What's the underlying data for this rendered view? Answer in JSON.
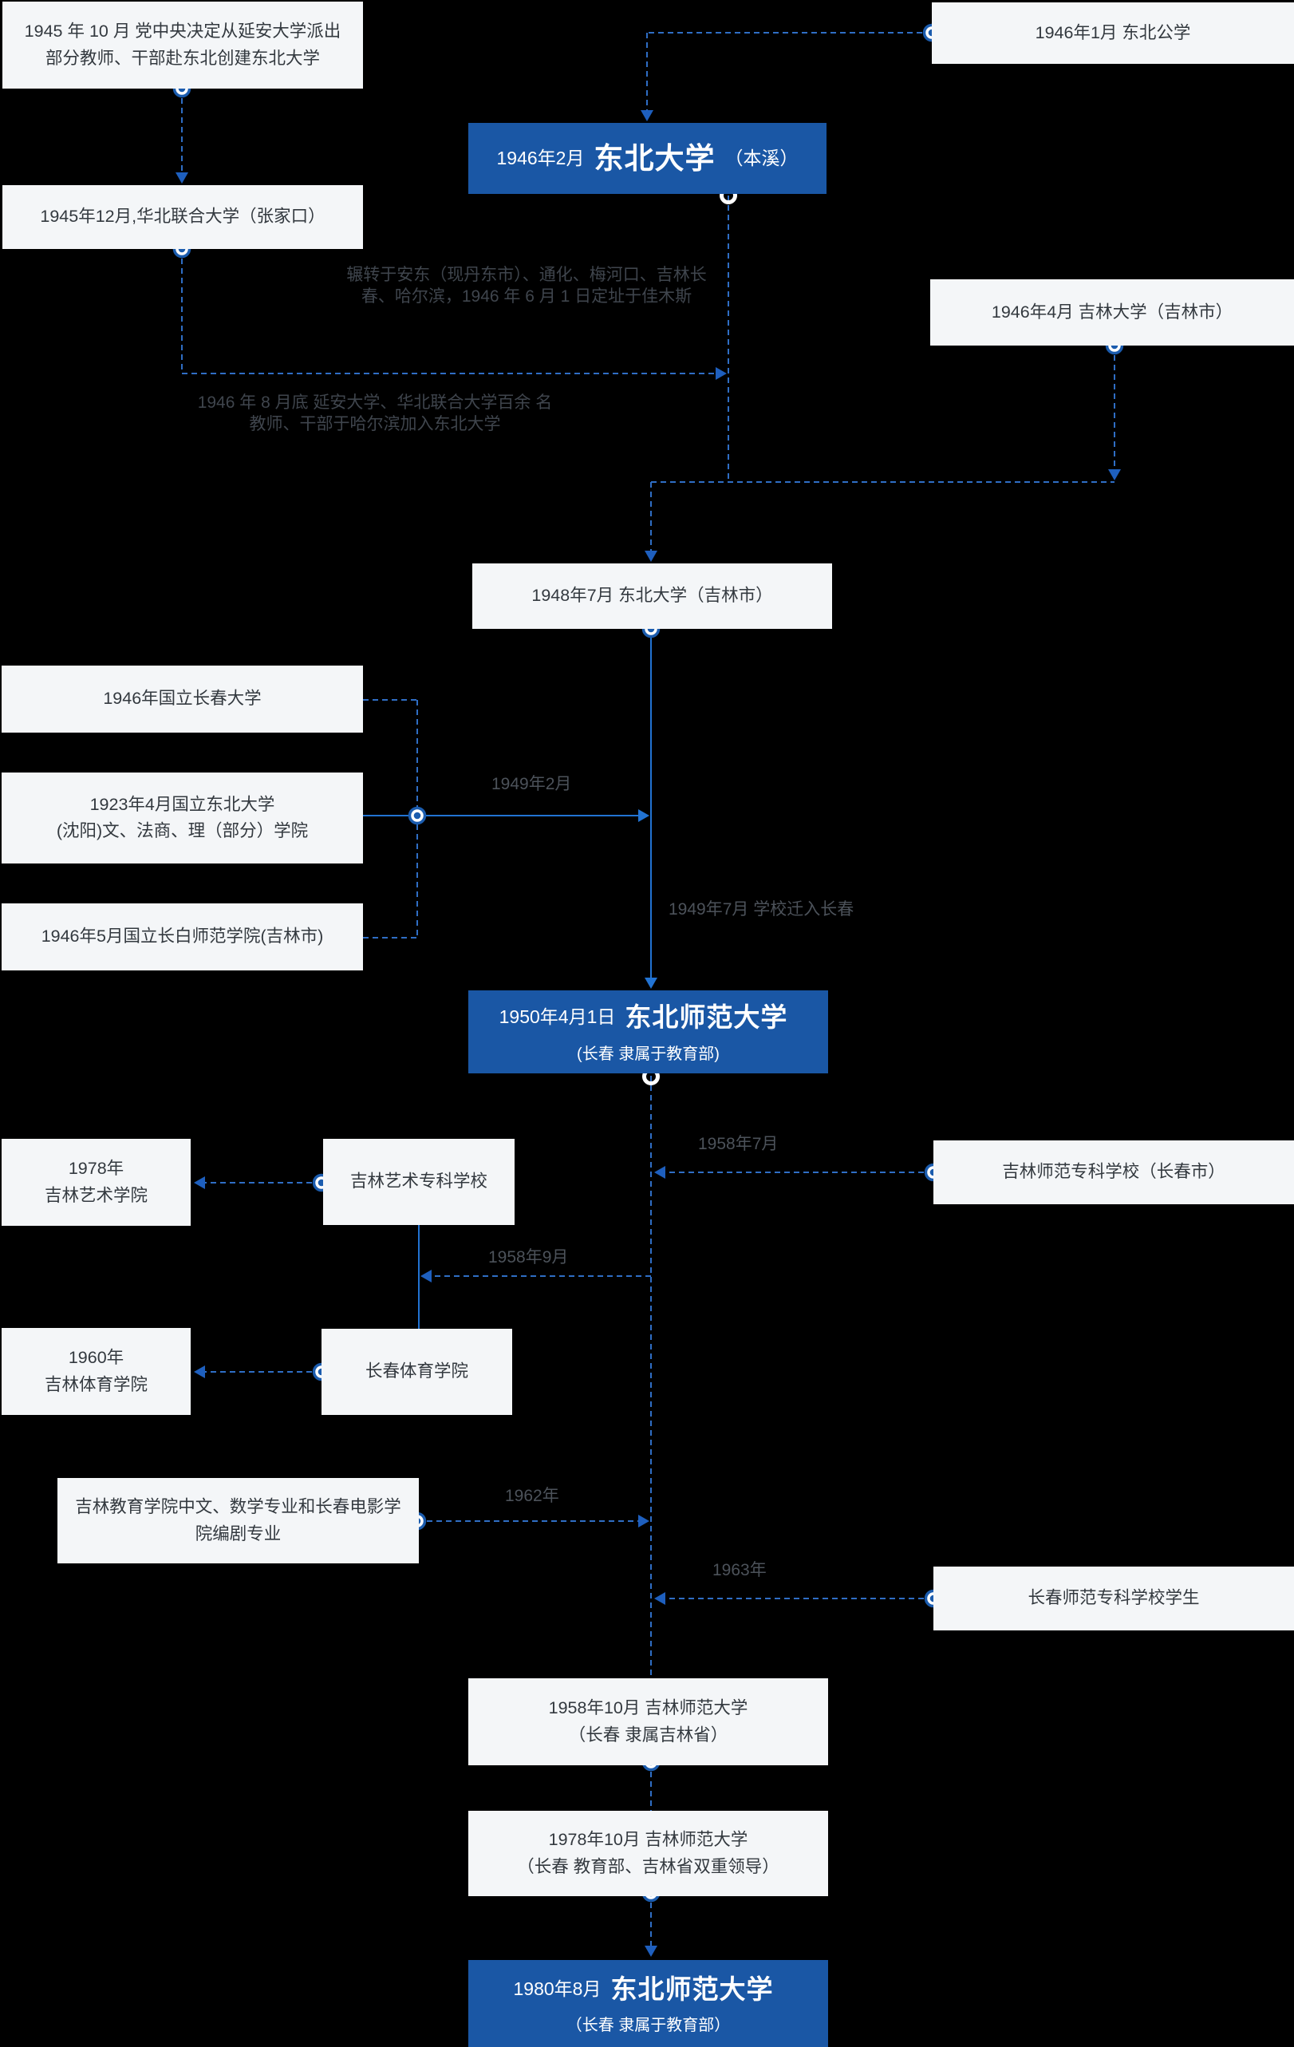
{
  "meta": {
    "description": "东北师范大学校史沿革图 (history flowchart of Northeast Normal University)",
    "colors": {
      "background": "#000000",
      "box_bg": "#f4f6f8",
      "box_text": "#33393f",
      "primary_blue": "#1a57a5",
      "dashed_line_blue": "#2f6ec5",
      "solid_line_blue": "#2273d2",
      "label_gray": "#4c525a"
    }
  },
  "nodes": {
    "yanan1945": {
      "line1": "1945 年 10 月  党中央决定从延安大学派出",
      "line2": "部分教师、干部赴东北创建东北大学"
    },
    "gongxue1946": {
      "text": "1946年1月  东北公学"
    },
    "dbdx1946": {
      "date": "1946年2月",
      "title": "东北大学",
      "loc": "（本溪）"
    },
    "huabei1945": {
      "text": "1945年12月,华北联合大学（张家口）"
    },
    "jldx1946": {
      "text": "1946年4月  吉林大学（吉林市）"
    },
    "dbdx1948": {
      "text": "1948年7月  东北大学（吉林市）"
    },
    "ccdx1946": {
      "text": "1946年国立长春大学"
    },
    "gldb1923": {
      "line1": "1923年4月国立东北大学",
      "line2": "(沈阳)文、法商、理（部分）学院"
    },
    "cbsf1946": {
      "text": "1946年5月国立长白师范学院(吉林市)"
    },
    "nenu1950": {
      "date": "1950年4月1日",
      "title": "东北师范大学",
      "sub": "(长春  隶属于教育部)"
    },
    "jlsz": {
      "text": "吉林师范专科学校（长春市）"
    },
    "jyxy1978": {
      "line1": "1978年",
      "line2": "吉林艺术学院"
    },
    "jyzk": {
      "text": "吉林艺术专科学校"
    },
    "jlty1960": {
      "line1": "1960年",
      "line2": "吉林体育学院"
    },
    "ccty": {
      "text": "长春体育学院"
    },
    "jljy": {
      "line1": "吉林教育学院中文、数学专业和长春电影学",
      "line2": "院编剧专业"
    },
    "ccsz": {
      "text": "长春师范专科学校学生"
    },
    "jlsd1958": {
      "line1": "1958年10月  吉林师范大学",
      "line2": "（长春  隶属吉林省）"
    },
    "jlsd1978": {
      "line1": "1978年10月  吉林师范大学",
      "line2": "（长春  教育部、吉林省双重领导）"
    },
    "nenu1980": {
      "date": "1980年8月",
      "title": "东北师范大学",
      "sub": "（长春  隶属于教育部）"
    }
  },
  "labels": {
    "relocation": {
      "line1": "辗转于安东（现丹东市）、通化、梅河口、吉林长",
      "line2": "春、哈尔滨，1946 年 6 月 1 日定址于佳木斯"
    },
    "join1946": {
      "line1": "1946 年 8 月底 延安大学、华北联合大学百余",
      "line2": "名教师、干部于哈尔滨加入东北大学"
    },
    "y1949_02": {
      "text": "1949年2月"
    },
    "y1949_07": {
      "text": "1949年7月  学校迁入长春"
    },
    "y1958_07": {
      "text": "1958年7月"
    },
    "y1958_09": {
      "text": "1958年9月"
    },
    "y1962": {
      "text": "1962年"
    },
    "y1963": {
      "text": "1963年"
    }
  }
}
